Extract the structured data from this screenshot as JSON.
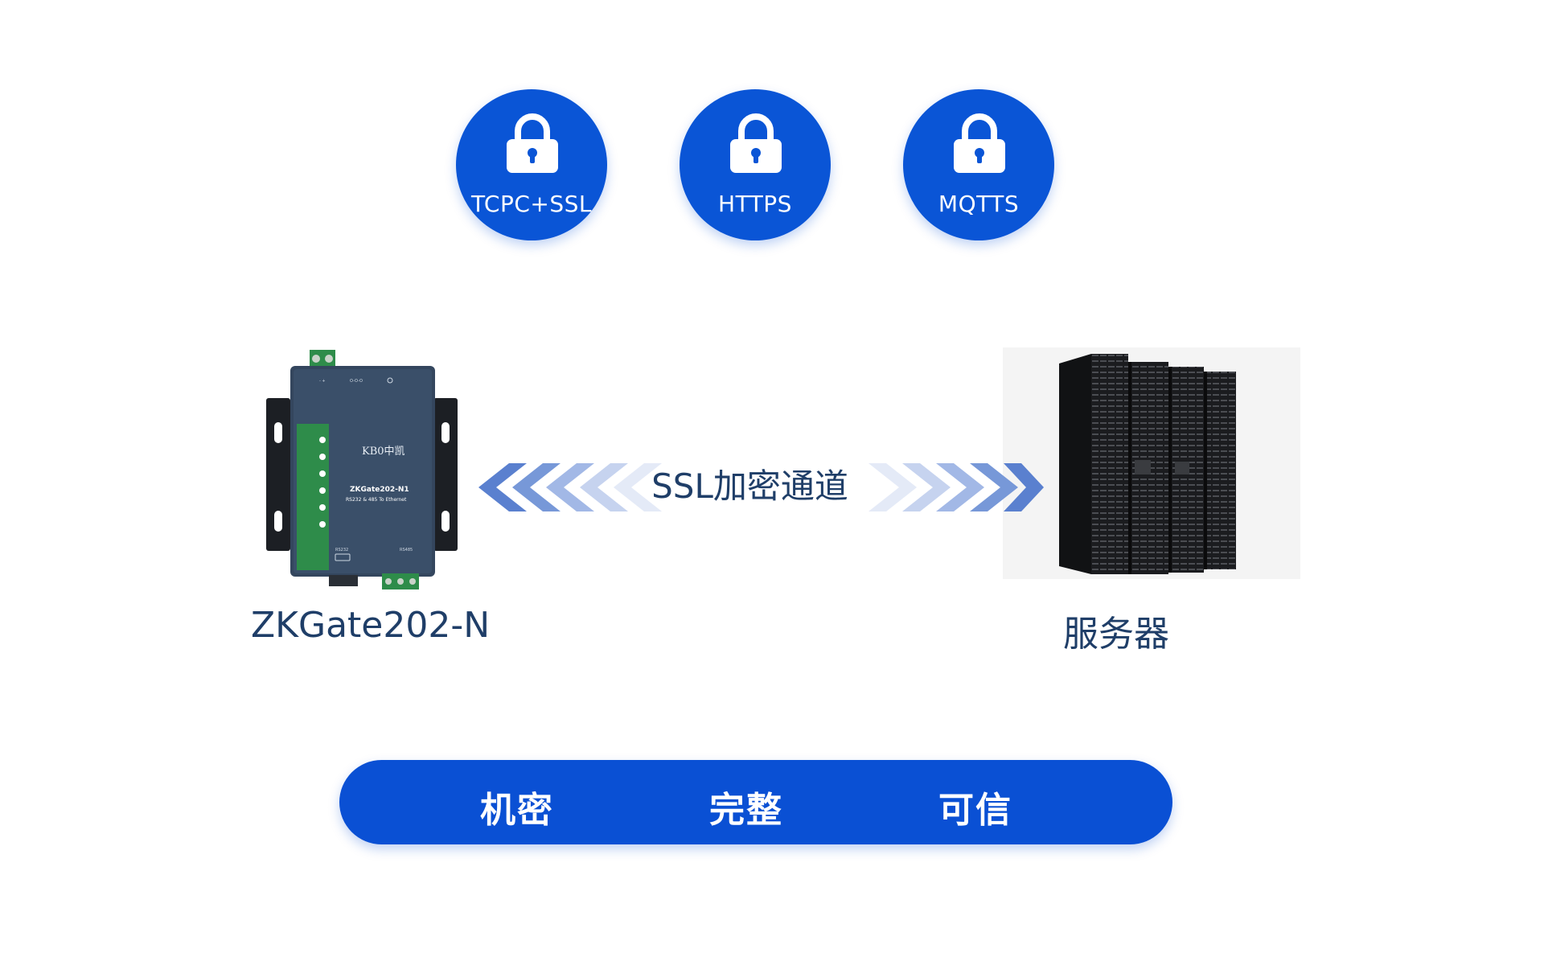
{
  "protocols": [
    {
      "label": "TCPC+SSL",
      "icon": "lock-icon"
    },
    {
      "label": "HTTPS",
      "icon": "lock-icon"
    },
    {
      "label": "MQTTS",
      "icon": "lock-icon"
    }
  ],
  "channel": {
    "label": "SSL加密通道"
  },
  "device": {
    "name": "ZKGate202-N",
    "brand": "KB0中凯",
    "model": "ZKGate202-N1",
    "subtitle": "RS232 & 485 To Ethernet",
    "ports": [
      "RS232",
      "RS485"
    ]
  },
  "server": {
    "name": "服务器"
  },
  "properties": [
    "机密",
    "完整",
    "可信"
  ],
  "colors": {
    "accent": "#0a55d6",
    "text": "#1f3e68",
    "device_body": "#34465e",
    "led_strip": "#2e8c4a"
  }
}
